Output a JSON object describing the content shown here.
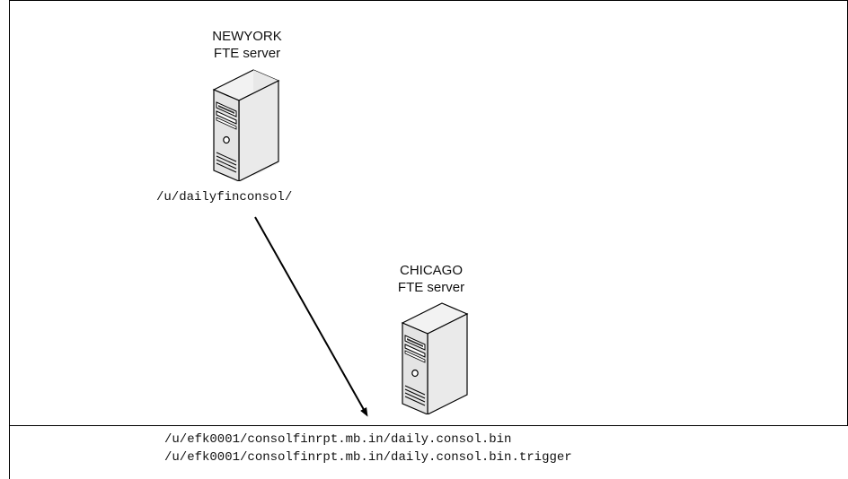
{
  "newyork": {
    "name": "NEWYORK",
    "role": "FTE server",
    "directory": "/u/dailyfinconsol/"
  },
  "chicago": {
    "name": "CHICAGO",
    "role": "FTE server",
    "files": [
      "/u/efk0001/consolfinrpt.mb.in/daily.consol.bin",
      "/u/efk0001/consolfinrpt.mb.in/daily.consol.bin.trigger"
    ]
  },
  "icons": {
    "server": "server-tower-icon",
    "arrow": "transfer-arrow-icon"
  }
}
